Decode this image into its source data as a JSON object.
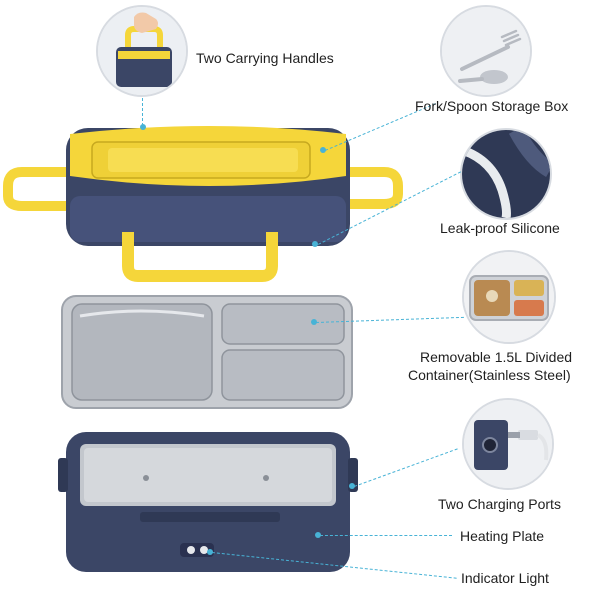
{
  "callouts": {
    "handles": "Two Carrying Handles",
    "fork_spoon": "Fork/Spoon Storage Box",
    "silicone": "Leak-proof Silicone",
    "container_line1": "Removable 1.5L Divided",
    "container_line2": "Container(Stainless Steel)",
    "charging": "Two Charging Ports",
    "heating": "Heating Plate",
    "indicator": "Indicator Light"
  },
  "colors": {
    "navy": "#3b4666",
    "yellow": "#f5d63a",
    "steel": "#c9ccd1",
    "callout_line": "#48b3d6"
  },
  "icons": [
    "hand-icon",
    "fork-spoon-icon",
    "silicone-seal-icon",
    "divided-tray-icon",
    "charging-plug-icon"
  ]
}
